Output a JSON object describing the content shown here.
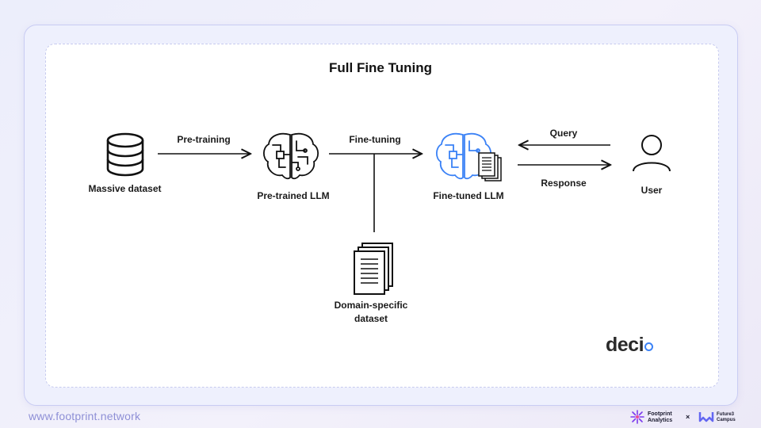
{
  "title": "Full Fine Tuning",
  "nodes": {
    "massive_dataset": "Massive dataset",
    "pretrained_llm": "Pre-trained LLM",
    "finetuned_llm": "Fine-tuned LLM",
    "user": "User",
    "domain_dataset_line1": "Domain-specific",
    "domain_dataset_line2": "dataset"
  },
  "edges": {
    "pretraining": "Pre-training",
    "finetuning": "Fine-tuning",
    "query": "Query",
    "response": "Response"
  },
  "logo": "deci",
  "footer": {
    "url": "www.footprint.network",
    "brand1_line1": "Footprint",
    "brand1_line2": "Analytics",
    "separator": "×",
    "brand2_line1": "Future3",
    "brand2_line2": "Campus"
  },
  "colors": {
    "accent": "#3b82f6",
    "footer_text": "#8e8fd6",
    "card_border": "#c9ccf3"
  },
  "icons": [
    "database-icon",
    "brain-icon",
    "brain-blue-icon",
    "document-stack-icon",
    "user-icon"
  ]
}
